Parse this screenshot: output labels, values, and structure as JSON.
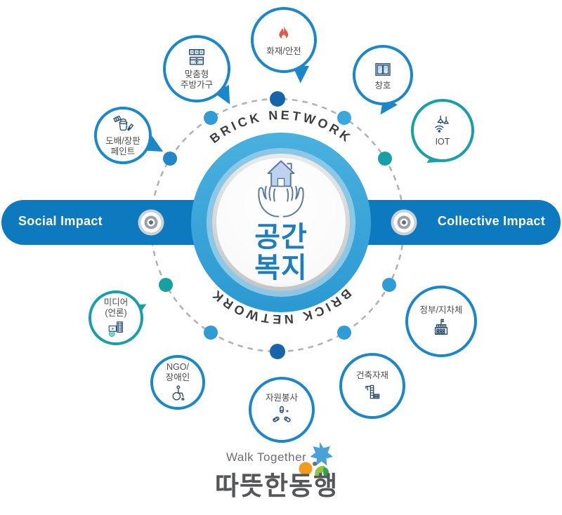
{
  "colors": {
    "band-blue": "#0d7abf",
    "node-blue": "#1b87cb",
    "node-teal": "#18a0a6",
    "ring-blue": "#2f9dd4",
    "ring-light": "#8cc8e6",
    "dot-dark-blue": "#1465ab",
    "dot-blue": "#2f9cd8",
    "dot-teal": "#189fa4",
    "dash-gray": "#b3b3b3",
    "center-title-blue": "#1e7cc0",
    "network-text": "#3e3e3e",
    "label-gray": "#4c4c4c",
    "flame-red": "#e0574b",
    "logo-gray": "#6d6e71",
    "brand-gray": "#555658"
  },
  "bands": {
    "left_label": "Social Impact",
    "right_label": "Collective Impact"
  },
  "center": {
    "network_label_top": "BRICK NETWORK",
    "network_label_bottom": "BRICK NETWORK",
    "title_line1": "공간",
    "title_line2": "복지",
    "icon": "house-in-hands-icon"
  },
  "nodes": [
    {
      "label": "화재/안전",
      "icon": "fire-house-icon",
      "color": "blue"
    },
    {
      "label": "창호",
      "icon": "window-icon",
      "color": "blue"
    },
    {
      "label": "IOT",
      "icon": "iot-lamp-icon",
      "color": "teal"
    },
    {
      "label": "정부/지차체",
      "icon": "government-building-icon",
      "color": "blue"
    },
    {
      "label": "건축자재",
      "icon": "crane-building-icon",
      "color": "blue"
    },
    {
      "label": "자원봉사",
      "icon": "volunteer-hands-icon",
      "color": "blue"
    },
    {
      "label": "NGO/\n장애인",
      "icon": "wheelchair-icon",
      "color": "blue"
    },
    {
      "label": "미디어\n(언론)",
      "icon": "media-film-icon",
      "color": "teal"
    },
    {
      "label": "도배/장판\n페인트",
      "icon": "paint-tools-icon",
      "color": "blue"
    },
    {
      "label": "맞춤형\n주방가구",
      "icon": "kitchen-cabinet-icon",
      "color": "blue"
    }
  ],
  "footer": {
    "tagline": "Walk Together",
    "brand": "따뜻한동행"
  }
}
